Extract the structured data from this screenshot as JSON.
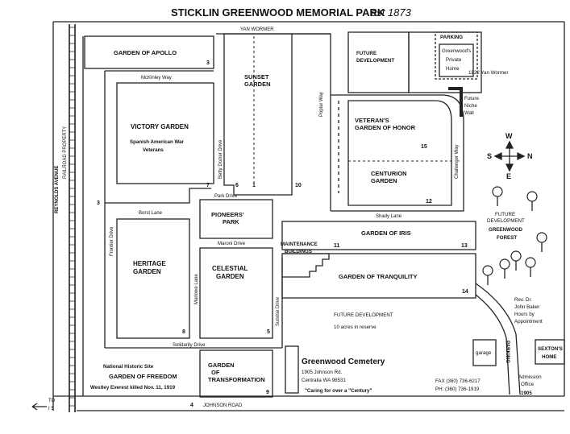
{
  "title": "STICKLIN GREENWOOD MEMORIAL PARK",
  "est": "est 1873",
  "roads": {
    "yan_wormer": "YAN WORMER",
    "mckinley_way": "McKinley Way",
    "park_drive": "Park Drive",
    "borst_lane": "Borst Lane",
    "maroni_drive": "Maroni Drive",
    "shady_lane": "Shady Lane",
    "solidarity_drive": "Solidarity Drive",
    "johnson_road": "JOHNSON ROAD",
    "frontier_drive": "Frontier Drive",
    "betty_dozier_drive": "Betty Dozier Drive",
    "marlowe_lane": "Marlowe Lane",
    "sunrise_drive": "Sunrise Drive",
    "poplar_way": "Poplar Way",
    "challenger_way": "Challenger Way",
    "reynolds_avenue": "REYNOLDS AVENUE",
    "railroad_property": "RAILROAD PROPERTY",
    "to_i5": "TO I 5"
  },
  "gardens": {
    "apollo": "GARDEN OF APOLLO",
    "sunset": [
      "SUNSET",
      "GARDEN"
    ],
    "victory": "VICTORY GARDEN",
    "victory_sub": [
      "Spanish American War",
      "Veterans"
    ],
    "veterans_honor": [
      "VETERAN'S",
      "GARDEN OF HONOR"
    ],
    "centurion": [
      "CENTURION",
      "GARDEN"
    ],
    "pioneers": [
      "PIONEERS'",
      "PARK"
    ],
    "heritage": [
      "HERITAGE",
      "GARDEN"
    ],
    "celestial": [
      "CELESTIAL",
      "GARDEN"
    ],
    "iris": "GARDEN OF IRIS",
    "tranquility": "GARDEN OF TRANQUILITY",
    "maintenance": [
      "MAINTENANCE",
      "BUILDINGS"
    ],
    "future_development_1": [
      "FUTURE",
      "DEVELOPMENT"
    ],
    "future_development_2": [
      "FUTURE DEVELOPMENT",
      "10 acres in reserve"
    ],
    "freedom_header": "National Historic Site",
    "freedom": "GARDEN OF FREEDOM",
    "freedom_sub": "Westley Everest killed Nov. 11, 1919",
    "transformation": [
      "GARDEN",
      "OF",
      "TRANSFORMATION"
    ]
  },
  "section_numbers": {
    "apollo": "3",
    "left_3": "3",
    "victory_7": "7",
    "sunset_6": "6",
    "sunset_1": "1",
    "sunset_10": "10",
    "veterans_15": "15",
    "centurion_12": "12",
    "iris_11": "11",
    "iris_13": "13",
    "tranquility_14": "14",
    "heritage_8": "8",
    "celestial_5": "5",
    "freedom_4": "4",
    "transformation_9": "9"
  },
  "parking_area": {
    "parking": "PARKING",
    "private_home": [
      "Greenwood's",
      "Private",
      "Home"
    ],
    "address": "1822 Yan Wormer",
    "niche_wall": [
      "Future",
      "Niche",
      "Wall"
    ]
  },
  "compass": {
    "n": "N",
    "s": "S",
    "e": "E",
    "w": "W"
  },
  "forest": [
    "FUTURE",
    "DEVELOPMENT",
    "GREENWOOD",
    "FOREST"
  ],
  "office": {
    "hours": [
      "Rev. Dr.",
      "John Baker",
      "Hours by",
      "Appointment"
    ],
    "garage": "garage",
    "parking": "PARKING",
    "sextons_home": [
      "SEXTON'S",
      "HOME"
    ],
    "admission": [
      "Admission",
      "Office",
      "1905"
    ]
  },
  "cemetery_info": {
    "name": "Greenwood Cemetery",
    "address1": "1905 Johnson Rd.",
    "address2": "Centralia WA 98531",
    "tagline": "\"Caring for over a \"Century\"",
    "fax": "FAX (360) 736-6217",
    "phone": "PH: (360) 736-1919"
  }
}
